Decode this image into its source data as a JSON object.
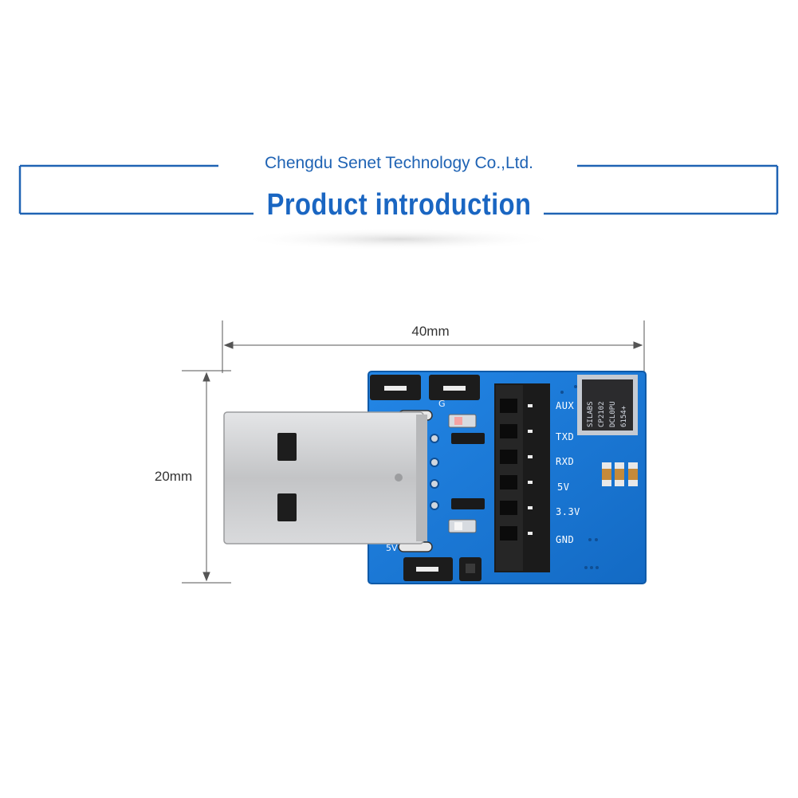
{
  "header": {
    "company": "Chengdu Senet Technology Co.,Ltd.",
    "title": "Product introduction"
  },
  "dimensions": {
    "width_label": "40mm",
    "height_label": "20mm"
  },
  "board": {
    "pin_labels": [
      "AUX",
      "TXD",
      "RXD",
      "5V",
      "3.3V",
      "GND"
    ],
    "chip_lines": [
      "SILABS",
      "CP2102",
      "DCL0PU",
      "6154+"
    ],
    "silk_5v": "5V",
    "silk_g": "G"
  },
  "colors": {
    "accent": "#1a66c2",
    "pcb": "#1b78d6",
    "connector": "#1b1b1b",
    "usb_metal": "#c9cacc"
  }
}
